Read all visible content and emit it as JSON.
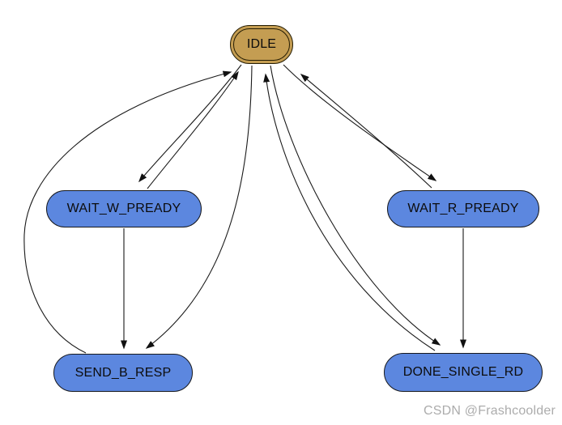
{
  "diagram": {
    "type": "state-machine",
    "background": "#ffffff",
    "edge_color": "#1a1a1a",
    "states": [
      {
        "id": "IDLE",
        "label": "IDLE",
        "fill": "#c49d52",
        "border": "double",
        "role": "initial-state"
      },
      {
        "id": "WAIT_W_PREADY",
        "label": "WAIT_W_PREADY",
        "fill": "#5c87df",
        "border": "single"
      },
      {
        "id": "WAIT_R_PREADY",
        "label": "WAIT_R_PREADY",
        "fill": "#5c87df",
        "border": "single"
      },
      {
        "id": "SEND_B_RESP",
        "label": "SEND_B_RESP",
        "fill": "#5c87df",
        "border": "single"
      },
      {
        "id": "DONE_SINGLE_RD",
        "label": "DONE_SINGLE_RD",
        "fill": "#5c87df",
        "border": "single"
      }
    ],
    "transitions": [
      {
        "from": "IDLE",
        "to": "WAIT_W_PREADY"
      },
      {
        "from": "WAIT_W_PREADY",
        "to": "IDLE"
      },
      {
        "from": "IDLE",
        "to": "WAIT_R_PREADY"
      },
      {
        "from": "WAIT_R_PREADY",
        "to": "IDLE"
      },
      {
        "from": "WAIT_W_PREADY",
        "to": "SEND_B_RESP"
      },
      {
        "from": "WAIT_R_PREADY",
        "to": "DONE_SINGLE_RD"
      },
      {
        "from": "IDLE",
        "to": "SEND_B_RESP"
      },
      {
        "from": "SEND_B_RESP",
        "to": "IDLE"
      },
      {
        "from": "IDLE",
        "to": "DONE_SINGLE_RD"
      },
      {
        "from": "DONE_SINGLE_RD",
        "to": "IDLE"
      }
    ]
  },
  "watermark": {
    "text": "CSDN @Frashcoolder",
    "color": "#acacac"
  }
}
